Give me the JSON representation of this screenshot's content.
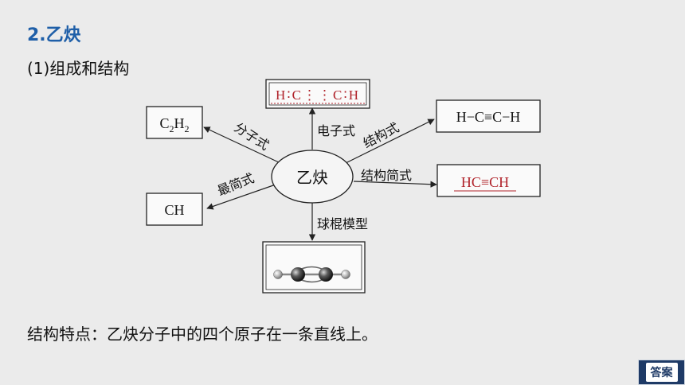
{
  "title": "2.乙炔",
  "subtitle": "(1)组成和结构",
  "diagram": {
    "center": "乙炔",
    "nodes": {
      "molecular_formula": {
        "main": "C",
        "sub1": "2",
        "mid": "H",
        "sub2": "2"
      },
      "simplest_formula": "CH",
      "electron_formula": "H∶C⋮⋮C∶H",
      "structural_formula": "H−C≡C−H",
      "simplified_structure": "HC≡CH"
    },
    "edges": {
      "molecular_formula": "分子式",
      "simplest_formula": "最简式",
      "electron_formula": "电子式",
      "structural_formula": "结构式",
      "simplified_structure": "结构简式",
      "ball_stick_model": "球棍模型"
    },
    "colors": {
      "answer_text": "#b0222a",
      "line": "#222222"
    }
  },
  "feature": "结构特点：乙炔分子中的四个原子在一条直线上。",
  "answer_button": "答案"
}
